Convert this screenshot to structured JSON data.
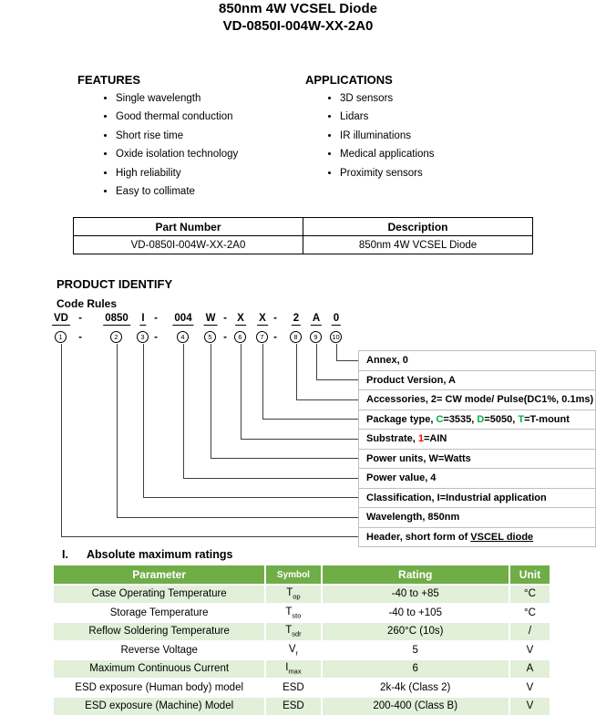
{
  "doc": {
    "title_line1": "850nm 4W VCSEL Diode",
    "title_line2": "VD-0850I-004W-XX-2A0"
  },
  "features": {
    "heading": "FEATURES",
    "items": [
      "Single wavelength",
      "Good thermal conduction",
      "Short rise time",
      "Oxide isolation technology",
      "High reliability",
      "Easy to collimate"
    ]
  },
  "applications": {
    "heading": "APPLICATIONS",
    "items": [
      "3D sensors",
      "Lidars",
      "IR illuminations",
      "Medical applications",
      "Proximity sensors"
    ]
  },
  "part_table": {
    "headers": [
      "Part Number",
      "Description"
    ],
    "rows": [
      [
        "VD-0850I-004W-XX-2A0",
        "850nm 4W VCSEL Diode"
      ]
    ]
  },
  "product_identify": {
    "heading": "PRODUCT IDENTIFY",
    "subheading": "Code Rules",
    "code_tokens": [
      "VD",
      "-",
      "0850",
      "I",
      "-",
      "004",
      "W",
      "-",
      "X",
      "X",
      "-",
      "2",
      "A",
      "0"
    ],
    "circle_numbers": [
      "1",
      "2",
      "3",
      "4",
      "5",
      "6",
      "7",
      "8",
      "9",
      "10"
    ],
    "colors": {
      "option_green": "#00B050",
      "option_red": "#FF0000"
    },
    "labels": [
      {
        "segments": [
          {
            "text": "Annex, 0"
          }
        ]
      },
      {
        "segments": [
          {
            "text": "Product Version, A"
          }
        ]
      },
      {
        "segments": [
          {
            "text": "Accessories, 2= CW mode/ Pulse(DC1%, 0.1ms)"
          }
        ]
      },
      {
        "segments": [
          {
            "text": "Package type, "
          },
          {
            "text": "C",
            "color": "#00B050"
          },
          {
            "text": "=3535, "
          },
          {
            "text": "D",
            "color": "#00B050"
          },
          {
            "text": "=5050, "
          },
          {
            "text": "T",
            "color": "#00B050"
          },
          {
            "text": "=T-mount"
          }
        ]
      },
      {
        "segments": [
          {
            "text": "Substrate, "
          },
          {
            "text": "1",
            "color": "#FF0000"
          },
          {
            "text": "=AIN"
          }
        ]
      },
      {
        "segments": [
          {
            "text": "Power units, W=Watts"
          }
        ]
      },
      {
        "segments": [
          {
            "text": "Power value, 4"
          }
        ]
      },
      {
        "segments": [
          {
            "text": "Classification, I=Industrial application"
          }
        ]
      },
      {
        "segments": [
          {
            "text": "Wavelength, 850nm"
          }
        ]
      },
      {
        "segments": [
          {
            "text": "Header, short form of "
          },
          {
            "text": "VSCEL diode",
            "underline": true
          }
        ]
      }
    ]
  },
  "ratings": {
    "section_number": "I.",
    "heading": "Absolute maximum ratings",
    "headers": [
      "Parameter",
      "Symbol",
      "Rating",
      "Unit"
    ],
    "colors": {
      "header_bg": "#6FAD47",
      "alt_row_bg": "#E2EFD9"
    },
    "rows": [
      {
        "parameter": "Case Operating Temperature",
        "symbol_main": "T",
        "symbol_sub": "op",
        "rating": "-40 to +85",
        "unit": "°C"
      },
      {
        "parameter": "Storage Temperature",
        "symbol_main": "T",
        "symbol_sub": "sto",
        "rating": "-40 to +105",
        "unit": "°C"
      },
      {
        "parameter": "Reflow Soldering Temperature",
        "symbol_main": "T",
        "symbol_sub": "sdr",
        "rating": "260°C (10s)",
        "unit": "/"
      },
      {
        "parameter": "Reverse Voltage",
        "symbol_main": "V",
        "symbol_sub": "r",
        "rating": "5",
        "unit": "V"
      },
      {
        "parameter": "Maximum Continuous Current",
        "symbol_main": "I",
        "symbol_sub": "max",
        "rating": "6",
        "unit": "A"
      },
      {
        "parameter": "ESD exposure (Human body) model",
        "symbol_main": "ESD",
        "symbol_sub": "",
        "rating": "2k-4k (Class 2)",
        "unit": "V"
      },
      {
        "parameter": "ESD exposure (Machine) Model",
        "symbol_main": "ESD",
        "symbol_sub": "",
        "rating": "200-400 (Class B)",
        "unit": "V"
      }
    ]
  }
}
